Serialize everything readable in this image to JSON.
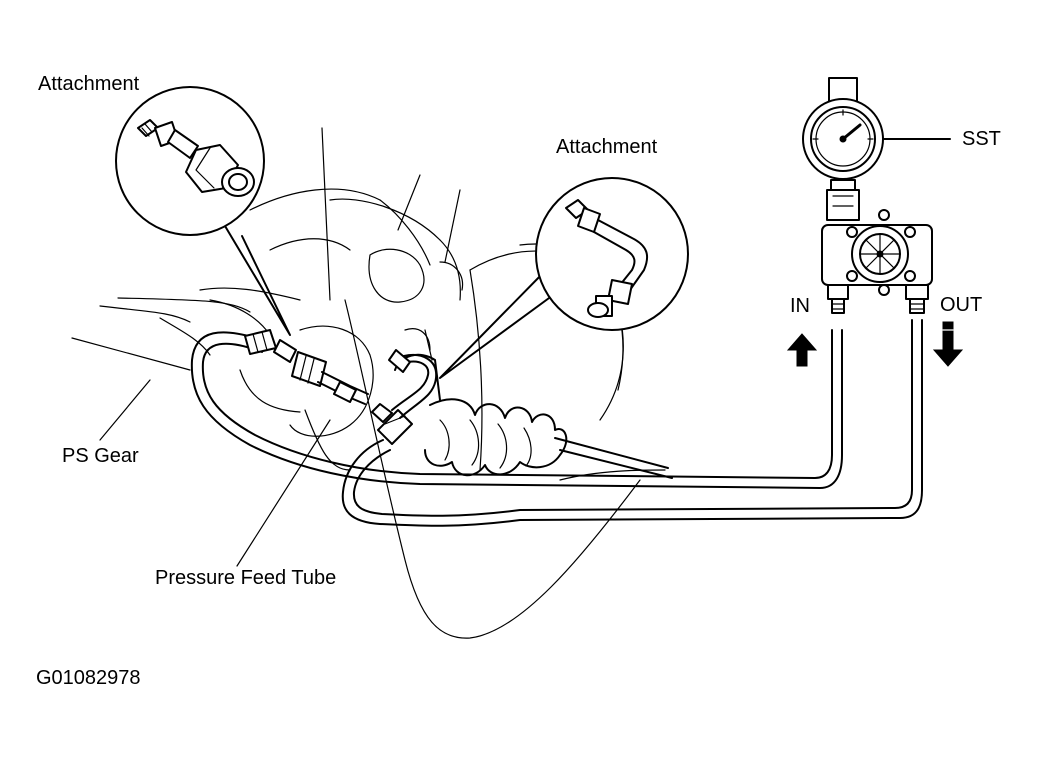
{
  "labels": {
    "attachment_left": "Attachment",
    "attachment_right": "Attachment",
    "sst": "SST",
    "in": "IN",
    "out": "OUT",
    "ps_gear": "PS Gear",
    "pressure_feed_tube": "Pressure Feed Tube",
    "figure_id": "G01082978"
  },
  "icons": {
    "flow_in": "arrow-up-icon",
    "flow_out": "arrow-down-icon",
    "gauge": "pressure-gauge-icon"
  },
  "colors": {
    "line": "#000000",
    "background": "#ffffff"
  }
}
